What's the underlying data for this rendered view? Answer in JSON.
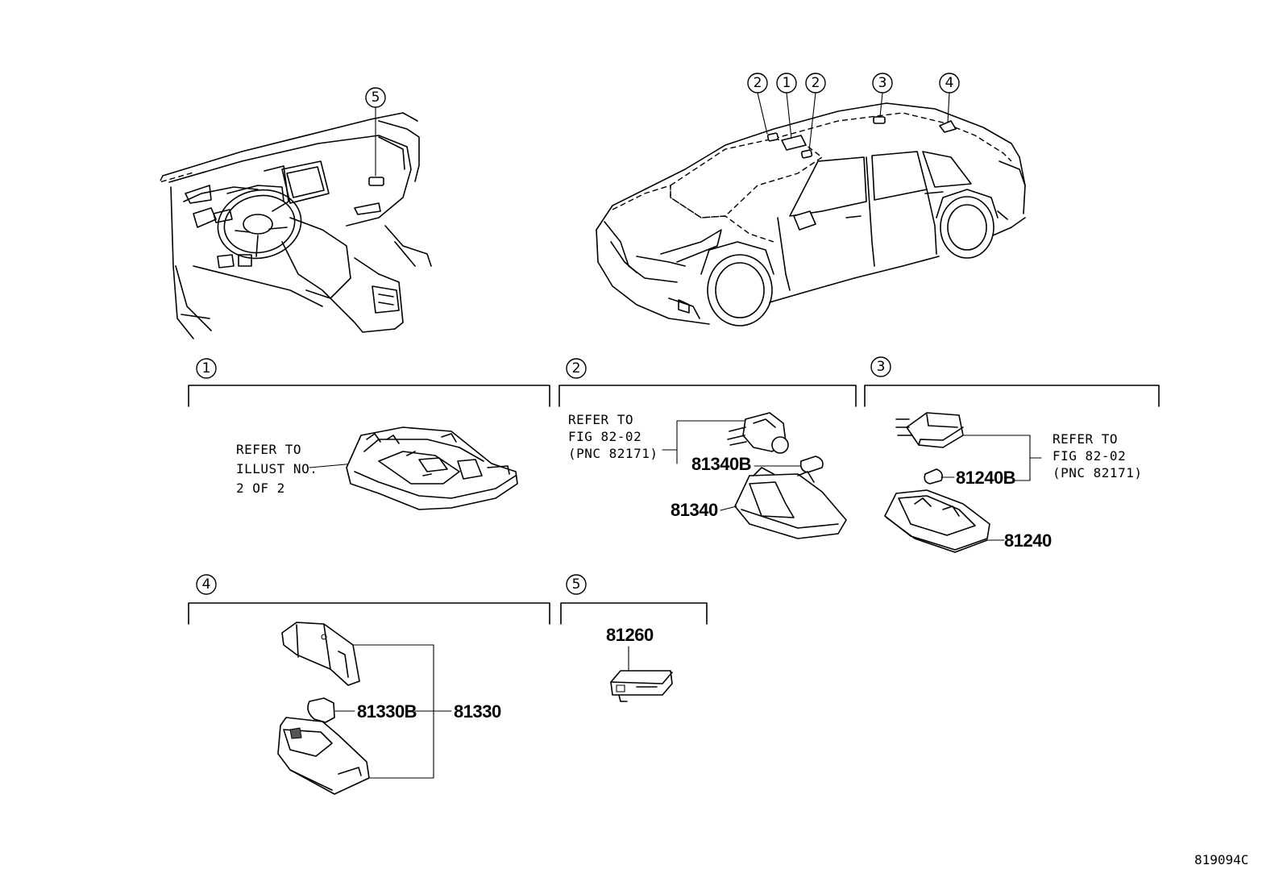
{
  "callouts": {
    "c1": "1",
    "c2": "2",
    "c3": "3",
    "c4": "4",
    "c5": "5"
  },
  "sections": {
    "s1": {
      "number": "1",
      "refer_lines": [
        "REFER TO",
        "ILLUST NO.",
        "2 OF 2"
      ]
    },
    "s2": {
      "number": "2",
      "refer_lines": [
        "REFER TO",
        "FIG 82-02",
        "(PNC 82171)"
      ],
      "parts": [
        "81340B",
        "81340"
      ]
    },
    "s3": {
      "number": "3",
      "refer_lines": [
        "REFER TO",
        "FIG 82-02",
        "(PNC 82171)"
      ],
      "parts": [
        "81240B",
        "81240"
      ]
    },
    "s4": {
      "number": "4",
      "parts": [
        "81330B",
        "81330"
      ]
    },
    "s5": {
      "number": "5",
      "parts": [
        "81260"
      ]
    }
  },
  "illustration_code": "819094C"
}
